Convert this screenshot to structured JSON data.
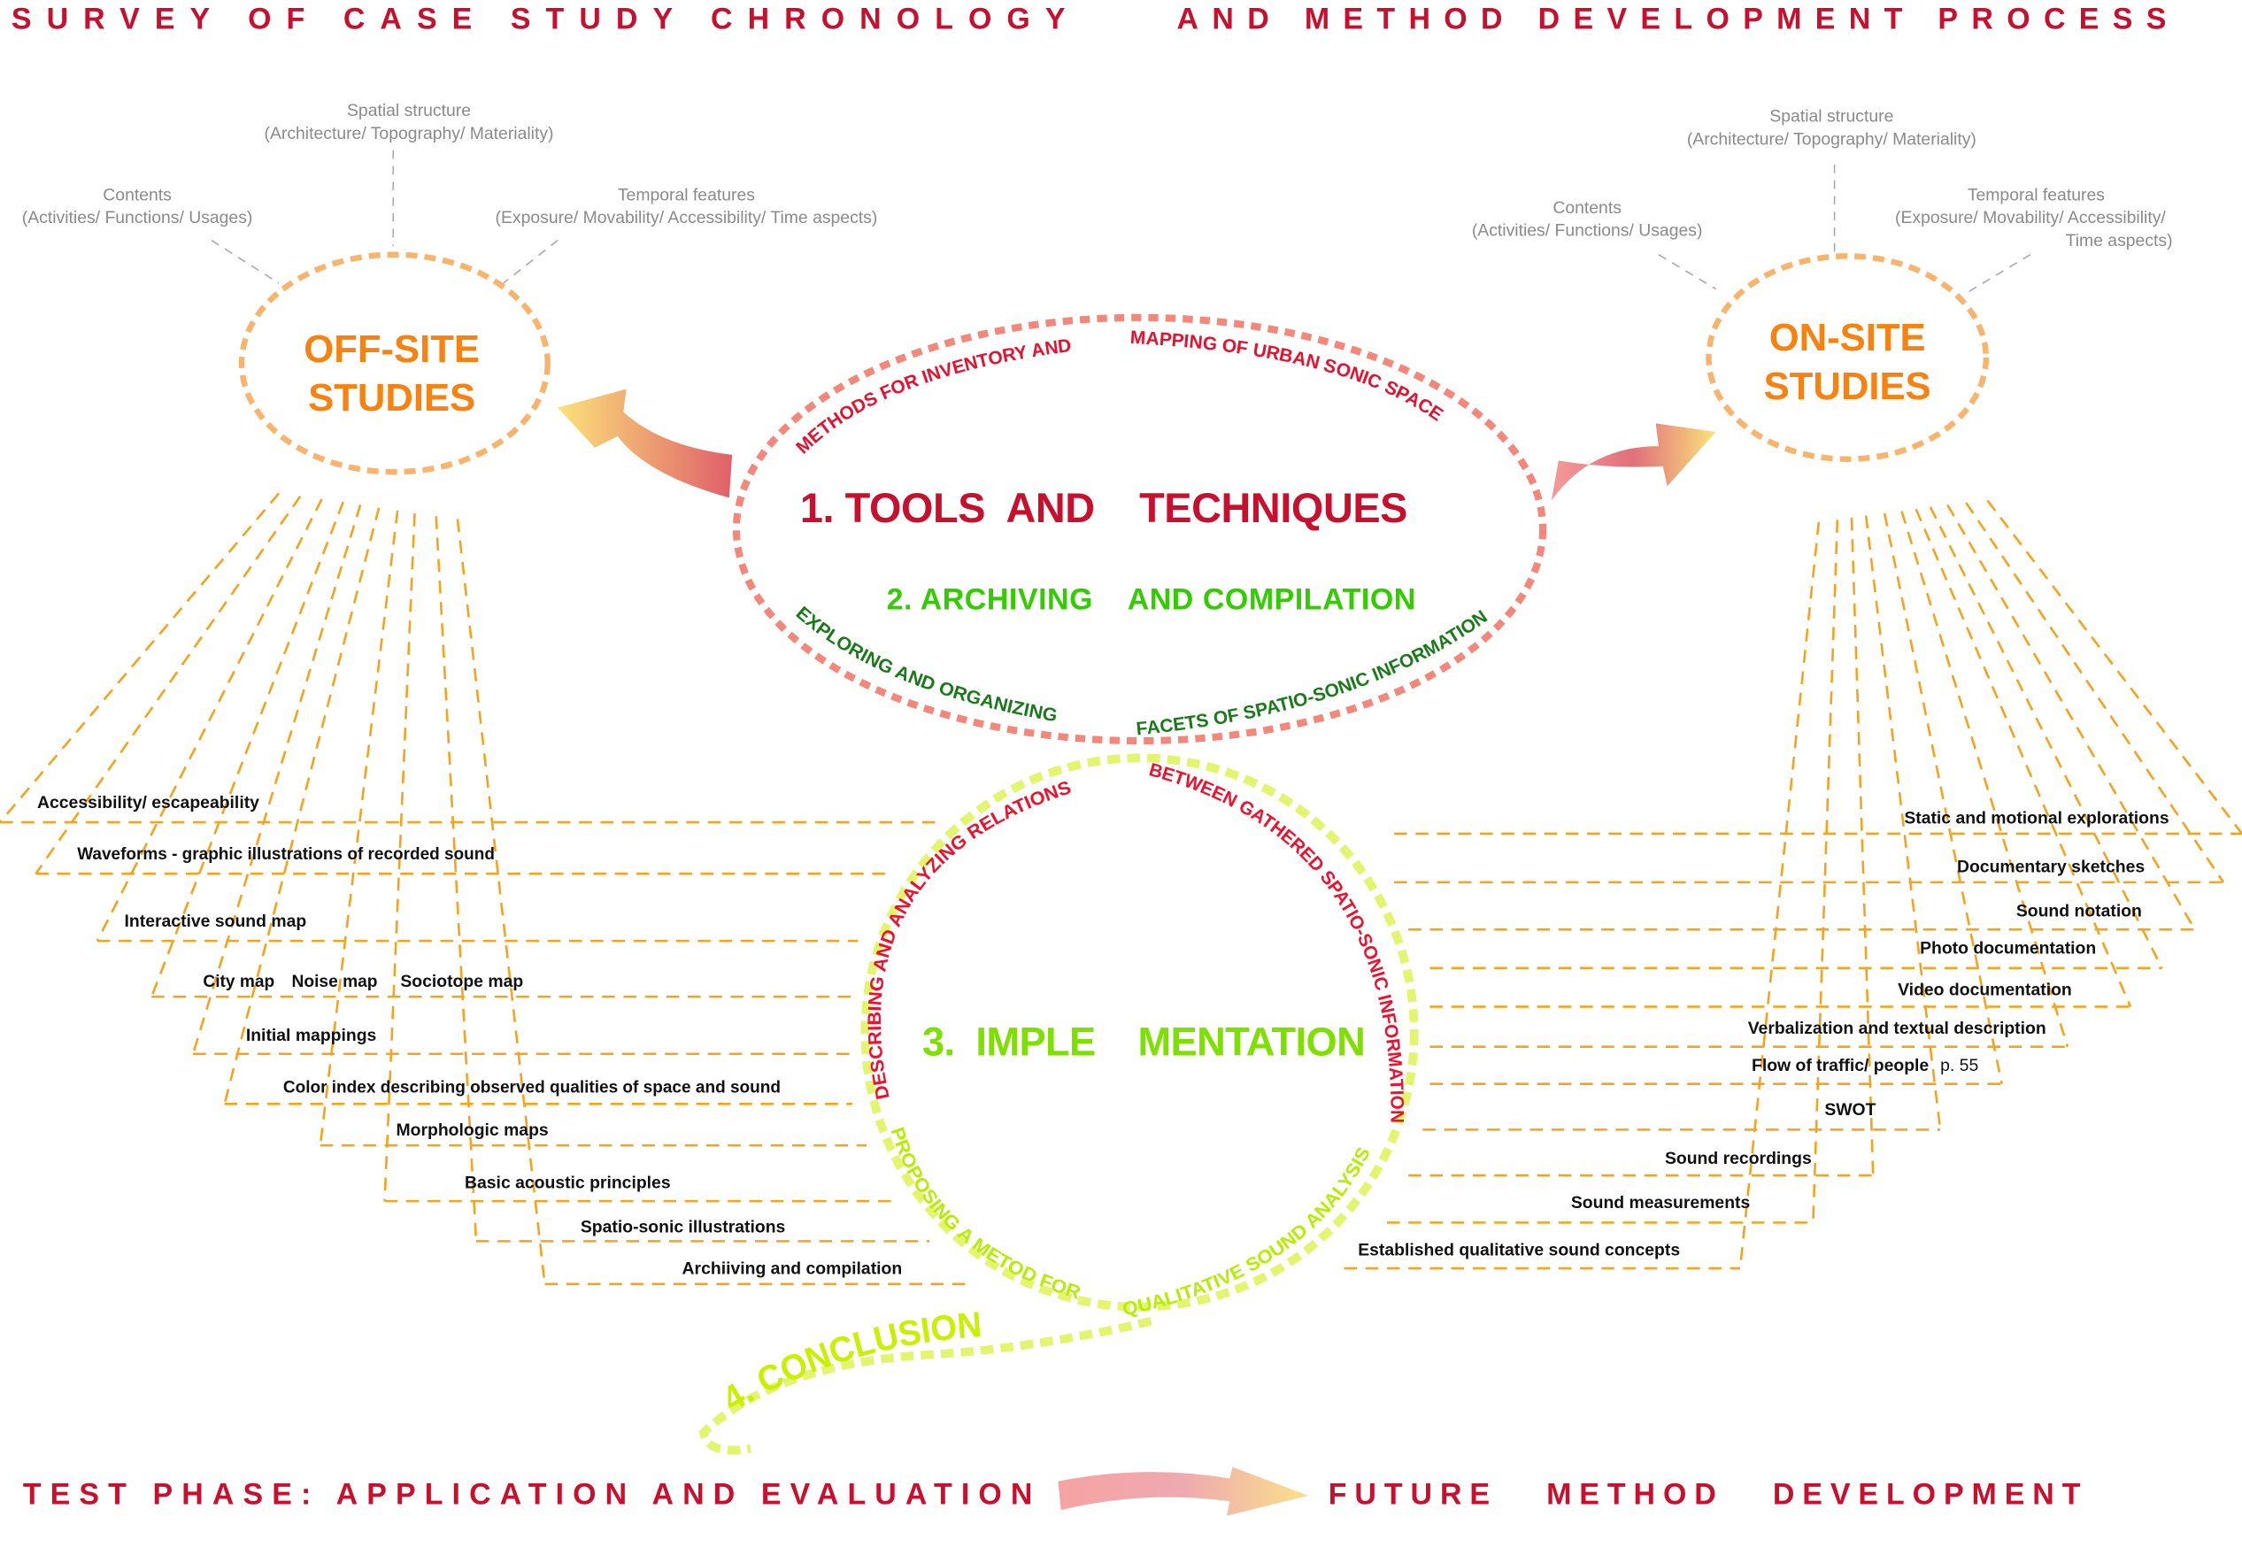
{
  "header": {
    "title_left": "SURVEY OF CASE STUDY CHRONOLOGY",
    "title_right": "AND METHOD DEVELOPMENT PROCESS"
  },
  "off_site": {
    "title_line1": "OFF-SITE",
    "title_line2": "STUDIES",
    "spatial": {
      "line1": "Spatial structure",
      "line2": "(Architecture/ Topography/ Materiality)"
    },
    "contents": {
      "line1": "Contents",
      "line2": "(Activities/ Functions/ Usages)"
    },
    "temporal": {
      "line1": "Temporal features",
      "line2": "(Exposure/ Movability/ Accessibility/ Time aspects)"
    },
    "items": [
      "Accessibility/ escapeability",
      "Waveforms - graphic illustrations of recorded sound",
      "Interactive sound map",
      "City map",
      "Noise map",
      "Sociotope map",
      "Initial mappings",
      "Color index describing observed qualities of space and sound",
      "Morphologic maps",
      "Basic acoustic principles",
      "Spatio-sonic illustrations",
      "Archiiving and compilation"
    ]
  },
  "on_site": {
    "title_line1": "ON-SITE",
    "title_line2": "STUDIES",
    "spatial": {
      "line1": "Spatial structure",
      "line2": "(Architecture/ Topography/ Materiality)"
    },
    "contents": {
      "line1": "Contents",
      "line2": "(Activities/ Functions/ Usages)"
    },
    "temporal": {
      "line1": "Temporal features",
      "line2": "(Exposure/ Movability/ Accessibility/",
      "line3": "Time aspects)"
    },
    "items": [
      "Static and motional explorations",
      "Documentary sketches",
      "Sound notation",
      "Photo documentation",
      "Video documentation",
      "Verbalization and textual description",
      "Flow of traffic/ people",
      "SWOT",
      "Sound recordings",
      "Sound measurements",
      "Established qualitative sound concepts"
    ],
    "page_ref": "p. 55"
  },
  "center": {
    "tools": "1. TOOLS  AND    TECHNIQUES",
    "archiving": "2. ARCHIVING    AND COMPILATION",
    "arc_methods": "METHODS FOR INVENTORY  AND",
    "arc_mapping": "MAPPING OF URBAN SONIC SPACE",
    "arc_exploring": "EXPLORING AND ORGANIZING",
    "arc_facets": "FACETS OF SPATIO-SONIC INFORMATION",
    "implementation": "3.  IMPLE    MENTATION",
    "arc_describing": "DESCRIBING AND ANALYZING RELATIONS",
    "arc_between": "BETWEEN GATHERED SPATIO-SONIC INFORMATION",
    "arc_proposing": "PROPOSING A METOD FOR",
    "arc_qualitative": "QUALITATIVE SOUND ANALYSIS",
    "conclusion": "4. CONCLUSION"
  },
  "footer": {
    "test_phase": "TEST PHASE: APPLICATION AND EVALUATION",
    "future": "FUTURE   METHOD   DEVELOPMENT"
  },
  "colors": {
    "title_red": "#c8102e",
    "orange": "#f7820f",
    "dash_orange": "#f7a21b",
    "green": "#33cc00",
    "dark_green": "#1a7a1a",
    "lime": "#7ee000",
    "ellipse_red": "#f4877a",
    "circle_yellow": "#e3f56e"
  }
}
